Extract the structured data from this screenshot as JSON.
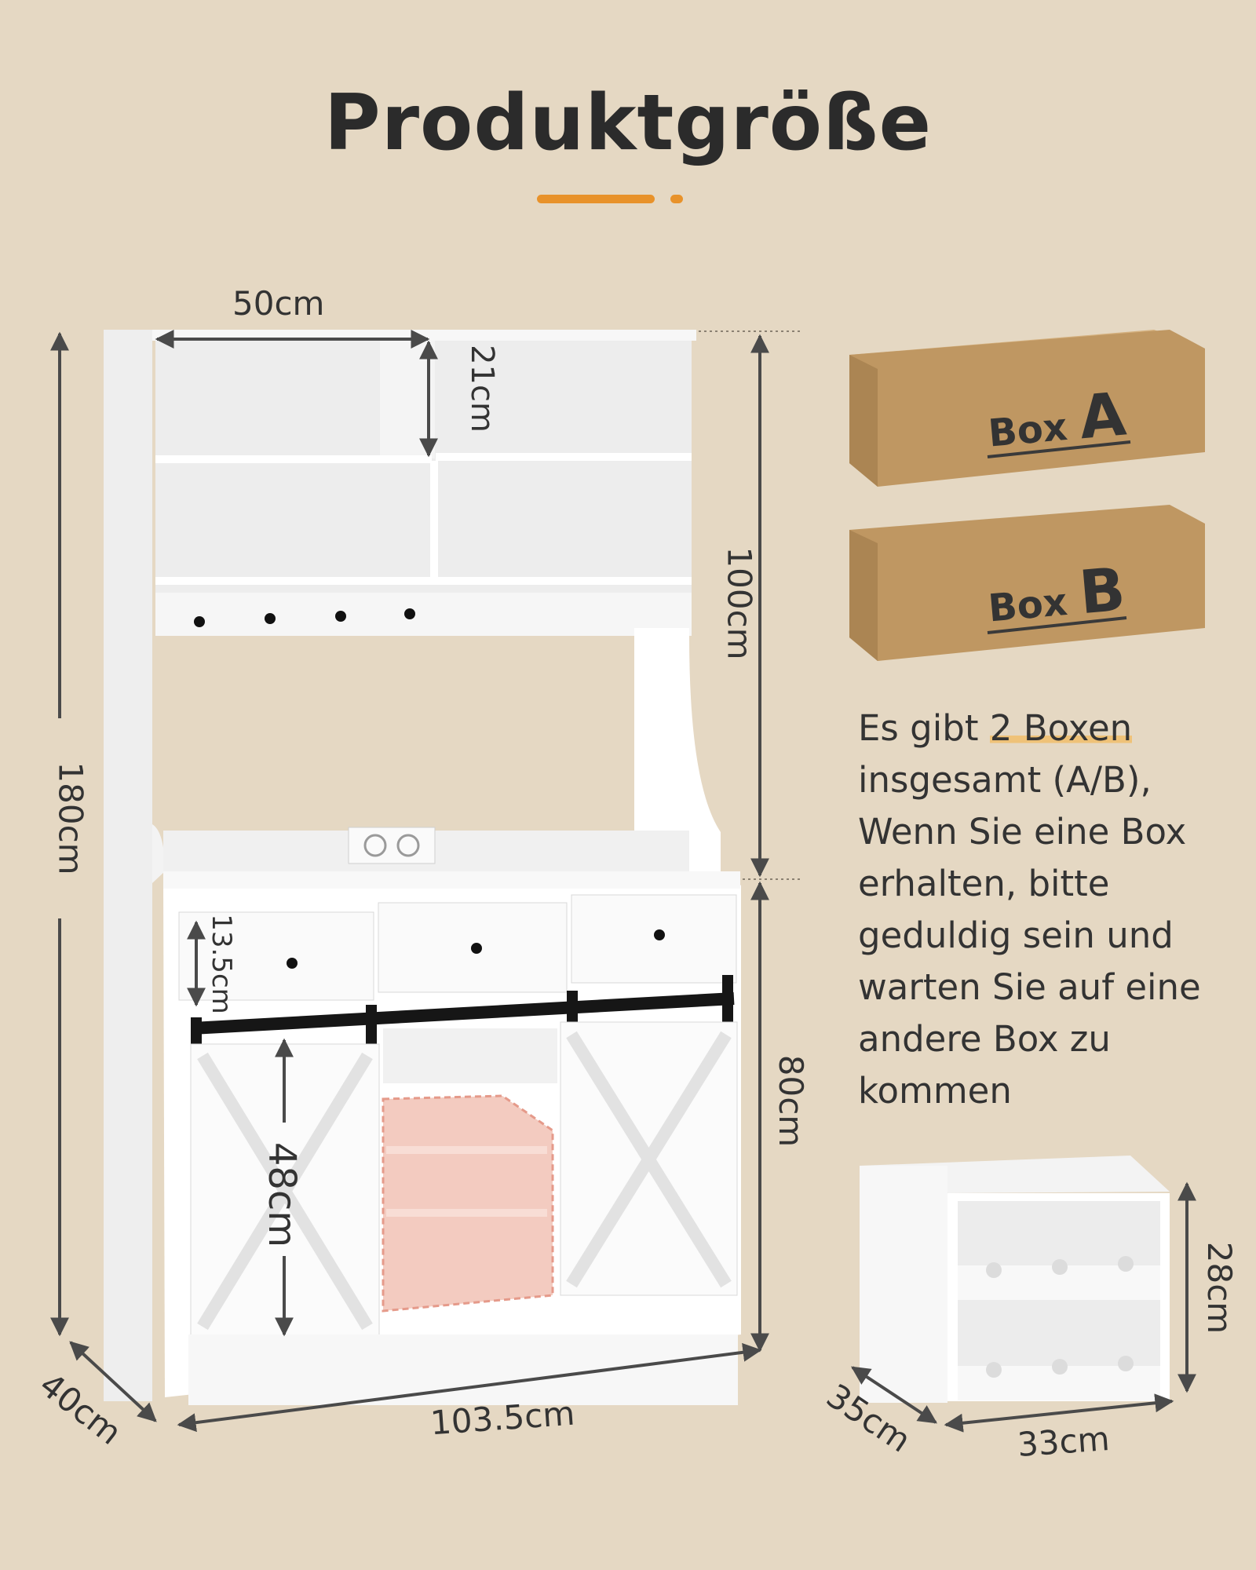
{
  "title": "Produktgröße",
  "colors": {
    "background": "#e5d8c3",
    "accent": "#e8922a",
    "box": "#bf9762",
    "highlight": "#efc278"
  },
  "dimensions": {
    "top_width": "50cm",
    "top_shelf_height": "21cm",
    "hutch_height": "100cm",
    "total_height": "180cm",
    "drawer_height": "13.5cm",
    "cabinet_inner_height": "48cm",
    "base_height": "80cm",
    "depth": "40cm",
    "total_width": "103.5cm"
  },
  "boxes": {
    "a_label": "Box",
    "a_letter": "A",
    "b_label": "Box",
    "b_letter": "B"
  },
  "notice": {
    "pre": "Es gibt ",
    "highlight": "2 Boxen",
    "post": " insgesamt (A/B), Wenn Sie eine Box erhalten, bitte geduldig sein und warten Sie auf eine andere Box zu kommen"
  },
  "wine_rack": {
    "depth": "35cm",
    "width": "33cm",
    "height": "28cm"
  },
  "icons": [
    "socket-icon",
    "hook-icon",
    "knob-icon"
  ]
}
